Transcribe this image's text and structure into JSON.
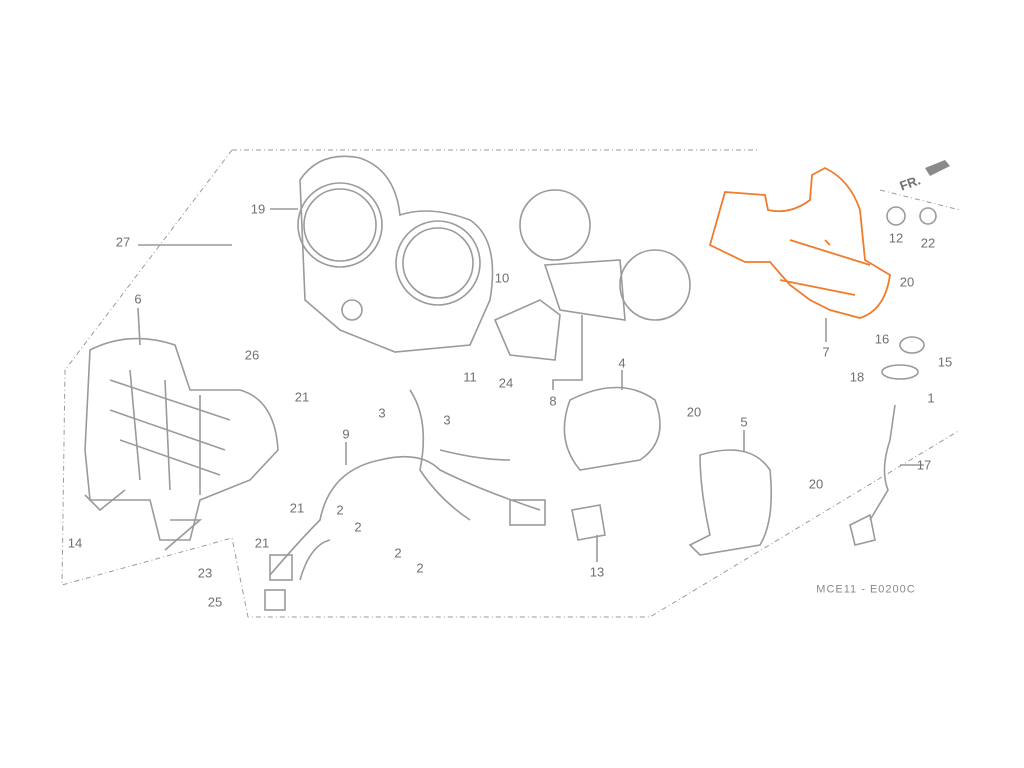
{
  "diagram": {
    "direction_marker": "FR.",
    "figure_code": "MCE11 - E0200C",
    "highlight_color": "#f07b2c",
    "line_color": "#9a9a9a",
    "callouts": [
      "19",
      "27",
      "6",
      "26",
      "21",
      "21",
      "21",
      "14",
      "23",
      "25",
      "9",
      "3",
      "3",
      "2",
      "2",
      "2",
      "2",
      "10",
      "11",
      "24",
      "8",
      "13",
      "4",
      "20",
      "5",
      "20",
      "7",
      "12",
      "22",
      "20",
      "16",
      "15",
      "18",
      "1",
      "17"
    ]
  }
}
